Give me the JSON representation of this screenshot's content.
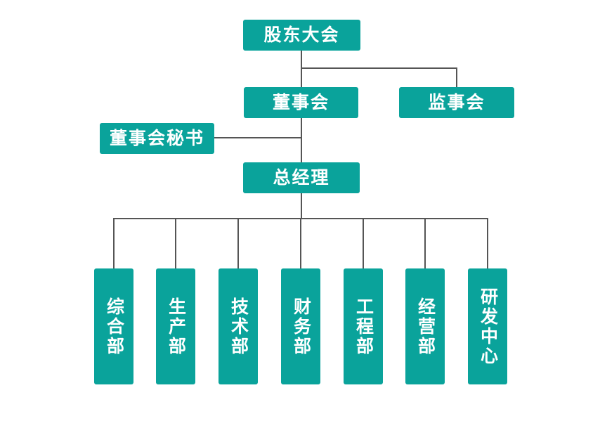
{
  "chart": {
    "type": "org-chart",
    "colors": {
      "node_fill": "#0aa39b",
      "node_text": "#ffffff",
      "connector": "#555555",
      "background": "#ffffff"
    },
    "nodes": {
      "shareholders": {
        "label": "股东大会"
      },
      "board": {
        "label": "董事会"
      },
      "supervisory": {
        "label": "监事会"
      },
      "secretary": {
        "label": "董事会秘书"
      },
      "general_manager": {
        "label": "总经理"
      },
      "departments": [
        {
          "label": "综合部"
        },
        {
          "label": "生产部"
        },
        {
          "label": "技术部"
        },
        {
          "label": "财务部"
        },
        {
          "label": "工程部"
        },
        {
          "label": "经营部"
        },
        {
          "label": "研发中心"
        }
      ]
    },
    "edges": [
      {
        "from": "股东大会",
        "to": "董事会"
      },
      {
        "from": "股东大会",
        "to": "监事会"
      },
      {
        "from": "董事会",
        "to": "董事会秘书"
      },
      {
        "from": "董事会",
        "to": "总经理"
      },
      {
        "from": "总经理",
        "to": "综合部"
      },
      {
        "from": "总经理",
        "to": "生产部"
      },
      {
        "from": "总经理",
        "to": "技术部"
      },
      {
        "from": "总经理",
        "to": "财务部"
      },
      {
        "from": "总经理",
        "to": "工程部"
      },
      {
        "from": "总经理",
        "to": "经营部"
      },
      {
        "from": "总经理",
        "to": "研发中心"
      }
    ]
  }
}
